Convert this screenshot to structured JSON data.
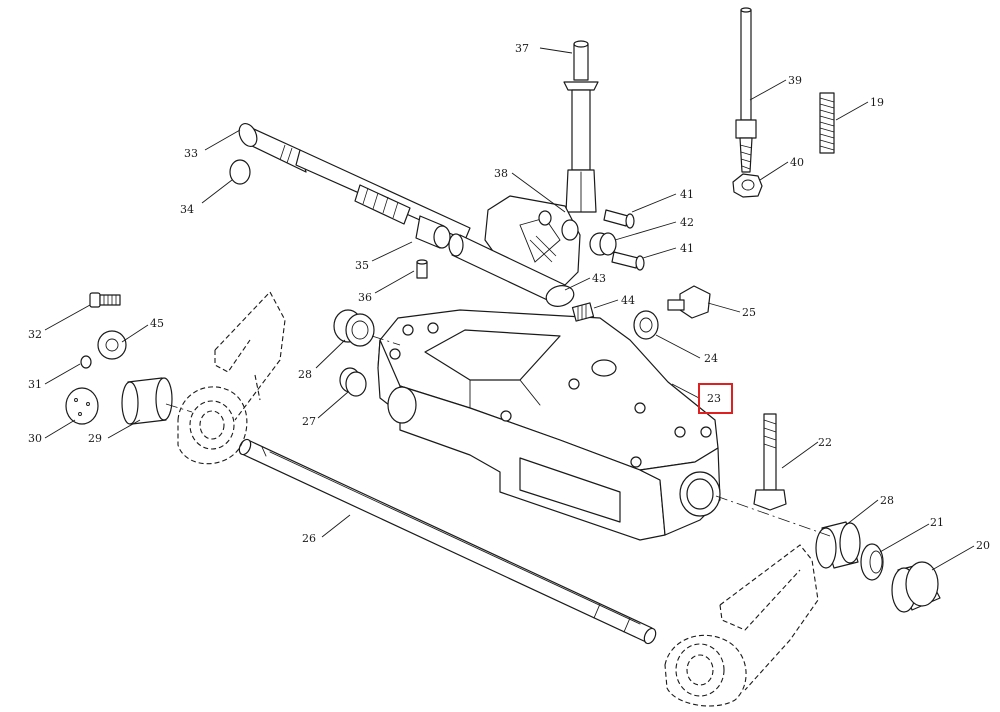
{
  "diagram": {
    "highlighted_part": "23",
    "highlight_color": "#e02020",
    "callouts": [
      {
        "id": "c37",
        "label": "37"
      },
      {
        "id": "c39",
        "label": "39"
      },
      {
        "id": "c19",
        "label": "19"
      },
      {
        "id": "c33",
        "label": "33"
      },
      {
        "id": "c38",
        "label": "38"
      },
      {
        "id": "c40",
        "label": "40"
      },
      {
        "id": "c34",
        "label": "34"
      },
      {
        "id": "c41a",
        "label": "41"
      },
      {
        "id": "c42",
        "label": "42"
      },
      {
        "id": "c41b",
        "label": "41"
      },
      {
        "id": "c35",
        "label": "35"
      },
      {
        "id": "c43",
        "label": "43"
      },
      {
        "id": "c36",
        "label": "36"
      },
      {
        "id": "c44",
        "label": "44"
      },
      {
        "id": "c25",
        "label": "25"
      },
      {
        "id": "c32",
        "label": "32"
      },
      {
        "id": "c45",
        "label": "45"
      },
      {
        "id": "c24",
        "label": "24"
      },
      {
        "id": "c28a",
        "label": "28"
      },
      {
        "id": "c31",
        "label": "31"
      },
      {
        "id": "c23",
        "label": "23"
      },
      {
        "id": "c27",
        "label": "27"
      },
      {
        "id": "c30",
        "label": "30"
      },
      {
        "id": "c29",
        "label": "29"
      },
      {
        "id": "c22",
        "label": "22"
      },
      {
        "id": "c28b",
        "label": "28"
      },
      {
        "id": "c26",
        "label": "26"
      },
      {
        "id": "c21",
        "label": "21"
      },
      {
        "id": "c20",
        "label": "20"
      }
    ]
  }
}
